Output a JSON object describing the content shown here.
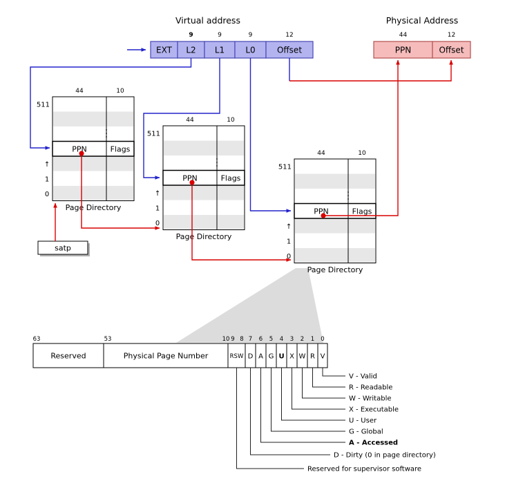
{
  "virtual_address": {
    "title": "Virtual address",
    "fields": [
      {
        "label": "EXT"
      },
      {
        "label": "L2",
        "bits": "9"
      },
      {
        "label": "L1",
        "bits": "9"
      },
      {
        "label": "L0",
        "bits": "9"
      },
      {
        "label": "Offset",
        "bits": "12"
      }
    ]
  },
  "physical_address": {
    "title": "Physical Address",
    "fields": [
      {
        "label": "PPN",
        "bits": "44"
      },
      {
        "label": "Offset",
        "bits": "12"
      }
    ]
  },
  "page_table": {
    "caption": "Page Directory",
    "top_index": "511",
    "index_one": "1",
    "index_zero": "0",
    "up_arrow": "↑",
    "left_bits": "44",
    "right_bits": "10",
    "ppn": "PPN",
    "flags": "Flags"
  },
  "satp": {
    "label": "satp"
  },
  "pte": {
    "bit_numbers": {
      "b63": "63",
      "b53": "53",
      "b10": "10",
      "b9": "9",
      "b8": "8",
      "b7": "7",
      "b6": "6",
      "b5": "5",
      "b4": "4",
      "b3": "3",
      "b2": "2",
      "b1": "1",
      "b0": "0"
    },
    "reserved": "Reserved",
    "ppn": "Physical Page Number",
    "flags": [
      "RSW",
      "D",
      "A",
      "G",
      "U",
      "X",
      "W",
      "R",
      "V"
    ],
    "legend": [
      "V - Valid",
      "R - Readable",
      "W - Writable",
      "X - Executable",
      "U - User",
      "G - Global",
      "A - Accessed",
      "D - Dirty (0 in page directory)",
      "Reserved for supervisor software"
    ]
  },
  "colors": {
    "blue": "#2323cc",
    "red": "#d90000",
    "va_fill": "#b3b3f0",
    "pa_fill": "#f6bcbc"
  }
}
